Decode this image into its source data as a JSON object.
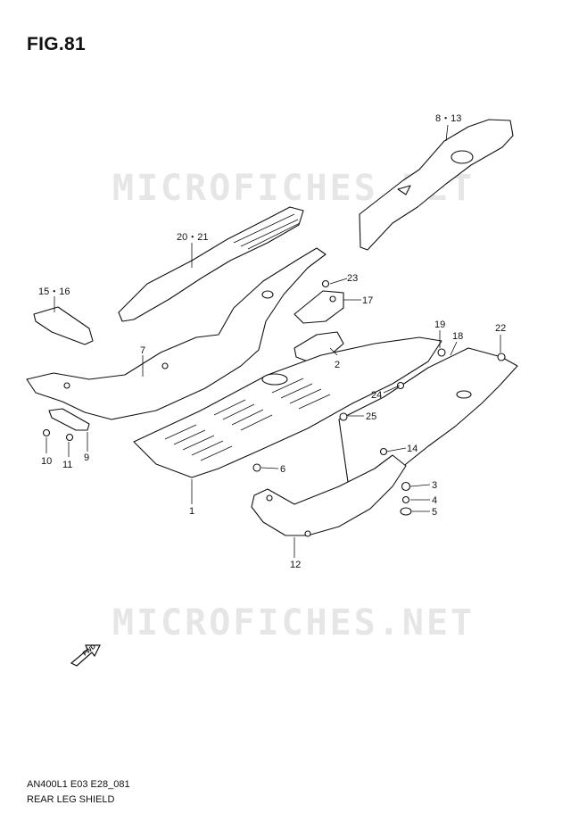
{
  "figure": {
    "title": "FIG.81",
    "watermark": "MICROFICHES.NET",
    "part_code": "AN400L1 E03 E28_081",
    "part_name": "REAR LEG SHIELD",
    "fwd_label": "FWD"
  },
  "callouts": {
    "c1": "1",
    "c2": "2",
    "c3": "3",
    "c4": "4",
    "c5": "5",
    "c6": "6",
    "c7": "7",
    "c8_13": "8・13",
    "c9": "9",
    "c10": "10",
    "c11": "11",
    "c12": "12",
    "c14": "14",
    "c15_16": "15・16",
    "c17": "17",
    "c18": "18",
    "c19": "19",
    "c20_21": "20・21",
    "c22": "22",
    "c23": "23",
    "c24": "24",
    "c25": "25"
  },
  "colors": {
    "line": "#111111",
    "watermark": "#e6e6e6",
    "background": "#ffffff"
  }
}
